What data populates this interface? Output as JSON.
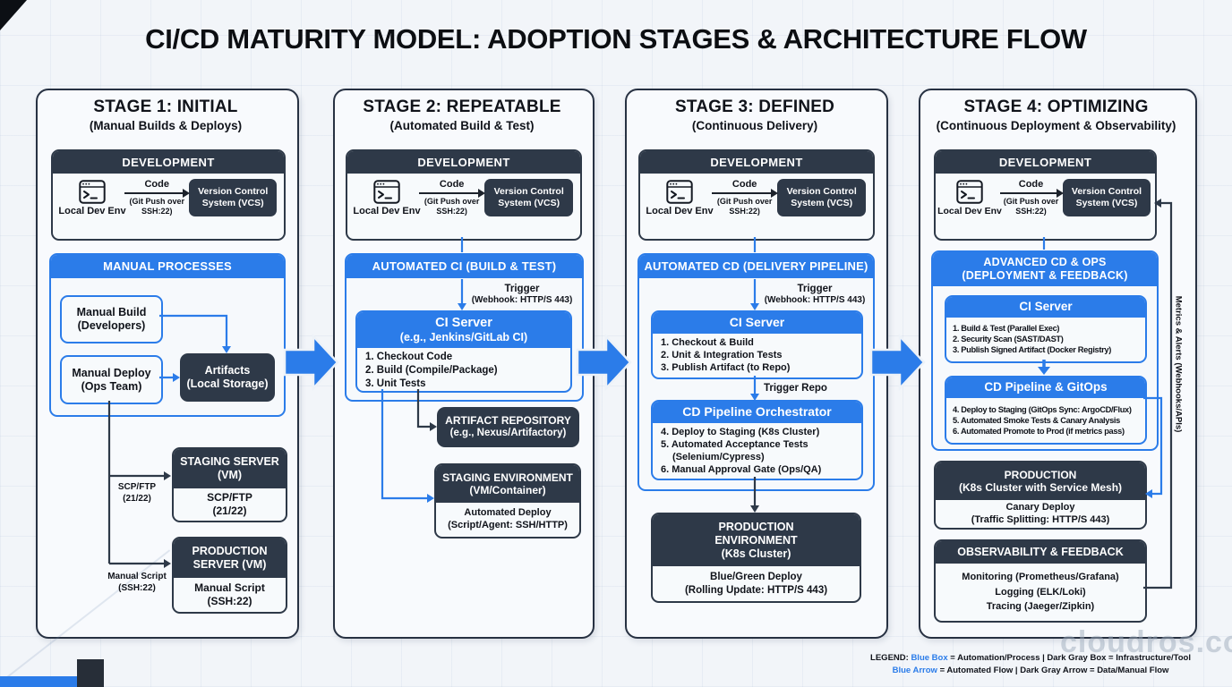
{
  "title": "CI/CD MATURITY MODEL: ADOPTION STAGES & ARCHITECTURE FLOW",
  "watermark": "cloudros.com",
  "colors": {
    "blue": "#2b7ce9",
    "dark_gray": "#2e3948",
    "background": "#f2f5f9"
  },
  "dev": {
    "header": "DEVELOPMENT",
    "local": "Local Dev Env",
    "code": "Code",
    "push1": "(Git Push over",
    "push2": "SSH:22)",
    "vcs1": "Version Control",
    "vcs2": "System (VCS)"
  },
  "legend": {
    "prefix": "LEGEND:",
    "blue_box": "Blue Box",
    "box_rest": "= Automation/Process | Dark Gray Box = Infrastructure/Tool",
    "blue_arrow": "Blue Arrow",
    "arrow_rest": "= Automated Flow | Dark Gray Arrow = Data/Manual Flow"
  },
  "stages": [
    {
      "title": "STAGE 1: INITIAL",
      "subtitle": "(Manual Builds & Deploys)",
      "section": "MANUAL PROCESSES",
      "manual_build1": "Manual Build",
      "manual_build2": "(Developers)",
      "manual_deploy1": "Manual Deploy",
      "manual_deploy2": "(Ops Team)",
      "artifacts1": "Artifacts",
      "artifacts2": "(Local Storage)",
      "scp_label1": "SCP/FTP",
      "scp_label2": "(21/22)",
      "staging_h1": "STAGING SERVER",
      "staging_h2": "(VM)",
      "staging_b1": "SCP/FTP",
      "staging_b2": "(21/22)",
      "script_label1": "Manual Script",
      "script_label2": "(SSH:22)",
      "prod_h1": "PRODUCTION",
      "prod_h2": "SERVER (VM)",
      "prod_b1": "Manual Script",
      "prod_b2": "(SSH:22)"
    },
    {
      "title": "STAGE 2: REPEATABLE",
      "subtitle": "(Automated Build & Test)",
      "section": "AUTOMATED CI (BUILD & TEST)",
      "trigger1": "Trigger",
      "trigger2": "(Webhook: HTTP/S 443)",
      "ci_h1": "CI Server",
      "ci_h2": "(e.g., Jenkins/GitLab CI)",
      "ci_steps": [
        "1. Checkout Code",
        "2. Build (Compile/Package)",
        "3. Unit Tests"
      ],
      "repo1": "ARTIFACT REPOSITORY",
      "repo2": "(e.g., Nexus/Artifactory)",
      "staging_h1": "STAGING ENVIRONMENT",
      "staging_h2": "(VM/Container)",
      "staging_b1": "Automated Deploy",
      "staging_b2": "(Script/Agent: SSH/HTTP)"
    },
    {
      "title": "STAGE 3: DEFINED",
      "subtitle": "(Continuous Delivery)",
      "section": "AUTOMATED CD (DELIVERY PIPELINE)",
      "trigger1": "Trigger",
      "trigger2": "(Webhook: HTTP/S 443)",
      "ci_h1": "CI Server",
      "ci_steps": [
        "1. Checkout & Build",
        "2. Unit & Integration Tests",
        "3. Publish Artifact (to Repo)"
      ],
      "trigger_repo": "Trigger Repo",
      "orch_h": "CD Pipeline Orchestrator",
      "orch_steps": [
        "4. Deploy to Staging (K8s Cluster)",
        "5. Automated Acceptance Tests (Selenium/Cypress)",
        "6. Manual Approval Gate (Ops/QA)"
      ],
      "prod_h1": "PRODUCTION",
      "prod_h2": "ENVIRONMENT",
      "prod_h3": "(K8s Cluster)",
      "prod_b1": "Blue/Green Deploy",
      "prod_b2": "(Rolling Update: HTTP/S 443)"
    },
    {
      "title": "STAGE 4: OPTIMIZING",
      "subtitle": "(Continuous Deployment & Observability)",
      "section1": "ADVANCED CD & OPS",
      "section2": "(DEPLOYMENT & FEEDBACK)",
      "ci_h1": "CI Server",
      "ci_steps": [
        "1. Build & Test (Parallel Exec)",
        "2. Security Scan (SAST/DAST)",
        "3. Publish Signed Artifact (Docker Registry)"
      ],
      "gitops_h": "CD Pipeline & GitOps",
      "gitops_steps": [
        "4. Deploy to Staging (GitOps Sync: ArgoCD/Flux)",
        "5. Automated Smoke Tests & Canary Analysis",
        "6. Automated Promote to Prod (if metrics pass)"
      ],
      "prod_h1": "PRODUCTION",
      "prod_h2": "(K8s Cluster with Service Mesh)",
      "prod_b1": "Canary Deploy",
      "prod_b2": "(Traffic Splitting: HTTP/S 443)",
      "obs_h": "OBSERVABILITY & FEEDBACK",
      "obs_lines": [
        "Monitoring (Prometheus/Grafana)",
        "Logging (ELK/Loki)",
        "Tracing (Jaeger/Zipkin)"
      ],
      "feedback_label": "Metrics & Alerts (Webhooks/APIs)"
    }
  ]
}
